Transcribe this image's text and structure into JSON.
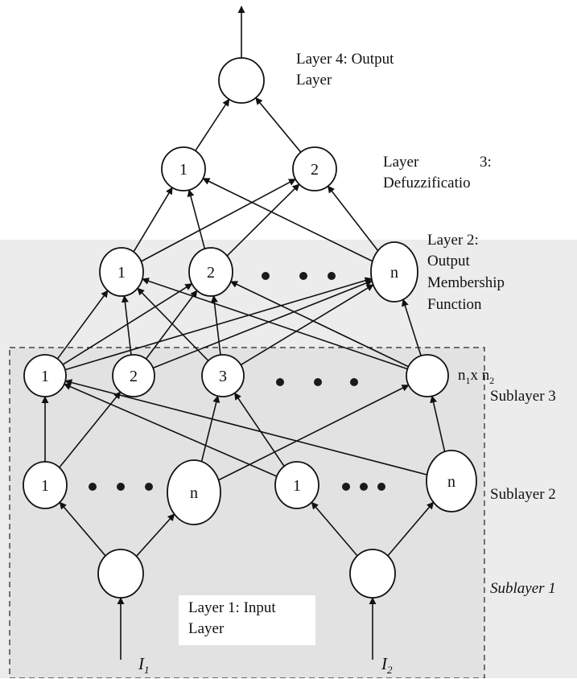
{
  "layers": {
    "output": {
      "title": "Layer 4: Output",
      "title2": "Layer"
    },
    "defuzz": {
      "title_a": "Layer",
      "title_b": "3:",
      "title2": "Defuzzificatio"
    },
    "output_mf": {
      "line1": "Layer 2:",
      "line2": "Output",
      "line3": "Membership",
      "line4": "Function"
    },
    "sub3": {
      "label": "Sublayer 3",
      "count_n1": "n",
      "count_sub1": "1",
      "count_x": "x n",
      "count_sub2": "2"
    },
    "sub2": {
      "label": "Sublayer 2"
    },
    "sub1": {
      "label": "Sublayer 1"
    },
    "input_layer": {
      "line1": "Layer 1: Input",
      "line2": "Layer"
    }
  },
  "nodes": {
    "defuzz": [
      "1",
      "2"
    ],
    "output_mf": [
      "1",
      "2",
      "n"
    ],
    "sub3": [
      "1",
      "2",
      "3",
      ""
    ],
    "sub2": [
      "1",
      "n",
      "1",
      "n"
    ]
  },
  "inputs": [
    {
      "symbol": "I",
      "subscript": "1"
    },
    {
      "symbol": "I",
      "subscript": "2"
    }
  ],
  "colors": {
    "shaded_region": "#e6e6e6",
    "line": "#111111",
    "node_fill": "#ffffff",
    "ellipsis": "#1a1a1a"
  }
}
